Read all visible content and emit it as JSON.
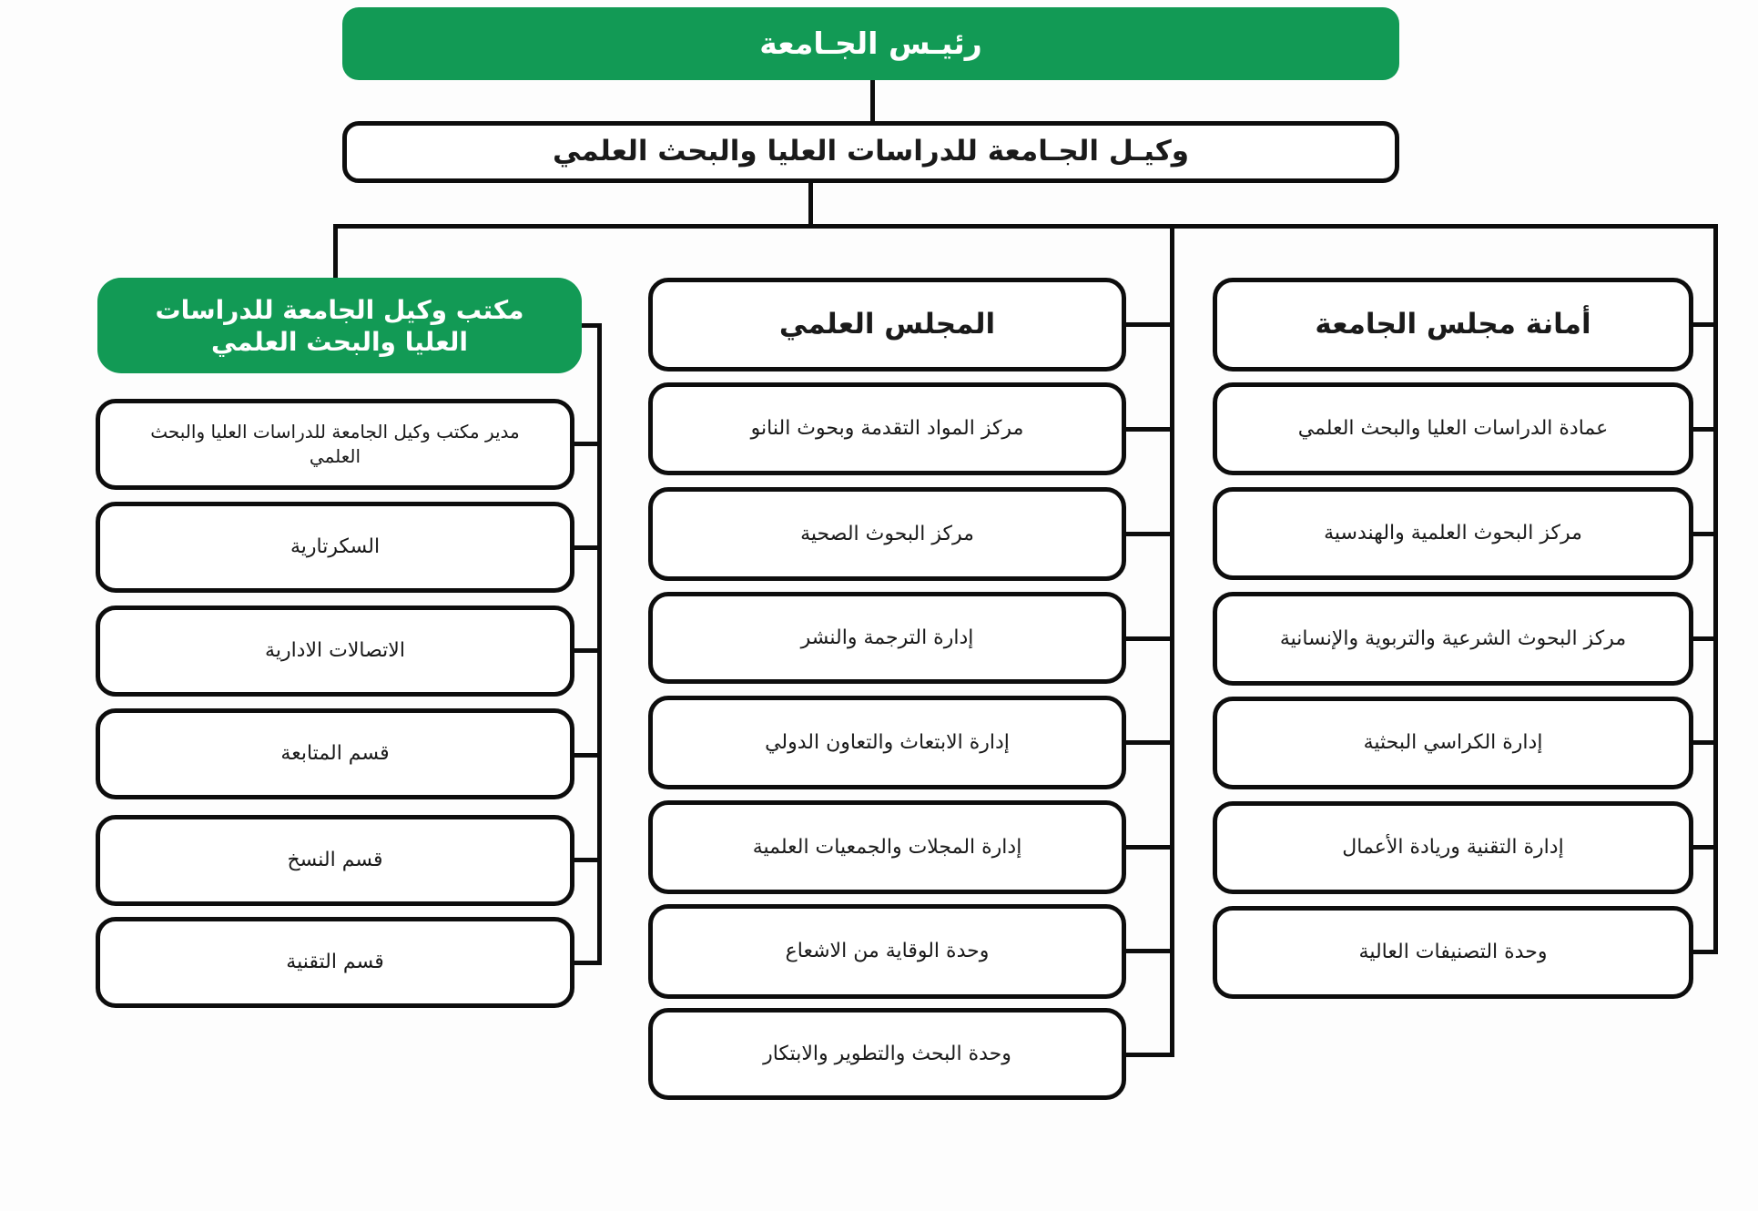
{
  "colors": {
    "green": "#129a55",
    "line": "#0d0d0d",
    "background": "#ffffff"
  },
  "root": {
    "label": "رئيـس الجـامعة"
  },
  "vice": {
    "label": "وكيـل الجـامعة للدراسات العليا والبحث العلمي"
  },
  "columns": {
    "office": {
      "header": "مكتب وكيل الجامعة للدراسات العليا والبحث العلمي",
      "items": [
        "مدير مكتب وكيل الجامعة للدراسات العليا والبحث العلمي",
        "السكرتارية",
        "الاتصالات الادارية",
        "قسم المتابعة",
        "قسم النسخ",
        "قسم التقنية"
      ]
    },
    "council": {
      "header": "المجلس العلمي",
      "items": [
        "مركز المواد التقدمة وبحوث النانو",
        "مركز البحوث الصحية",
        "إدارة الترجمة والنشر",
        "إدارة الابتعاث والتعاون الدولي",
        "إدارة المجلات والجمعيات العلمية",
        "وحدة الوقاية من الاشعاع",
        "وحدة البحث والتطوير والابتكار"
      ]
    },
    "secretariat": {
      "header": "أمانة مجلس الجامعة",
      "items": [
        "عمادة الدراسات العليا والبحث العلمي",
        "مركز البحوث العلمية والهندسية",
        "مركز البحوث الشرعية والتربوية والإنسانية",
        "إدارة الكراسي البحثية",
        "إدارة التقنية وريادة الأعمال",
        "وحدة التصنيفات العالية"
      ]
    }
  }
}
